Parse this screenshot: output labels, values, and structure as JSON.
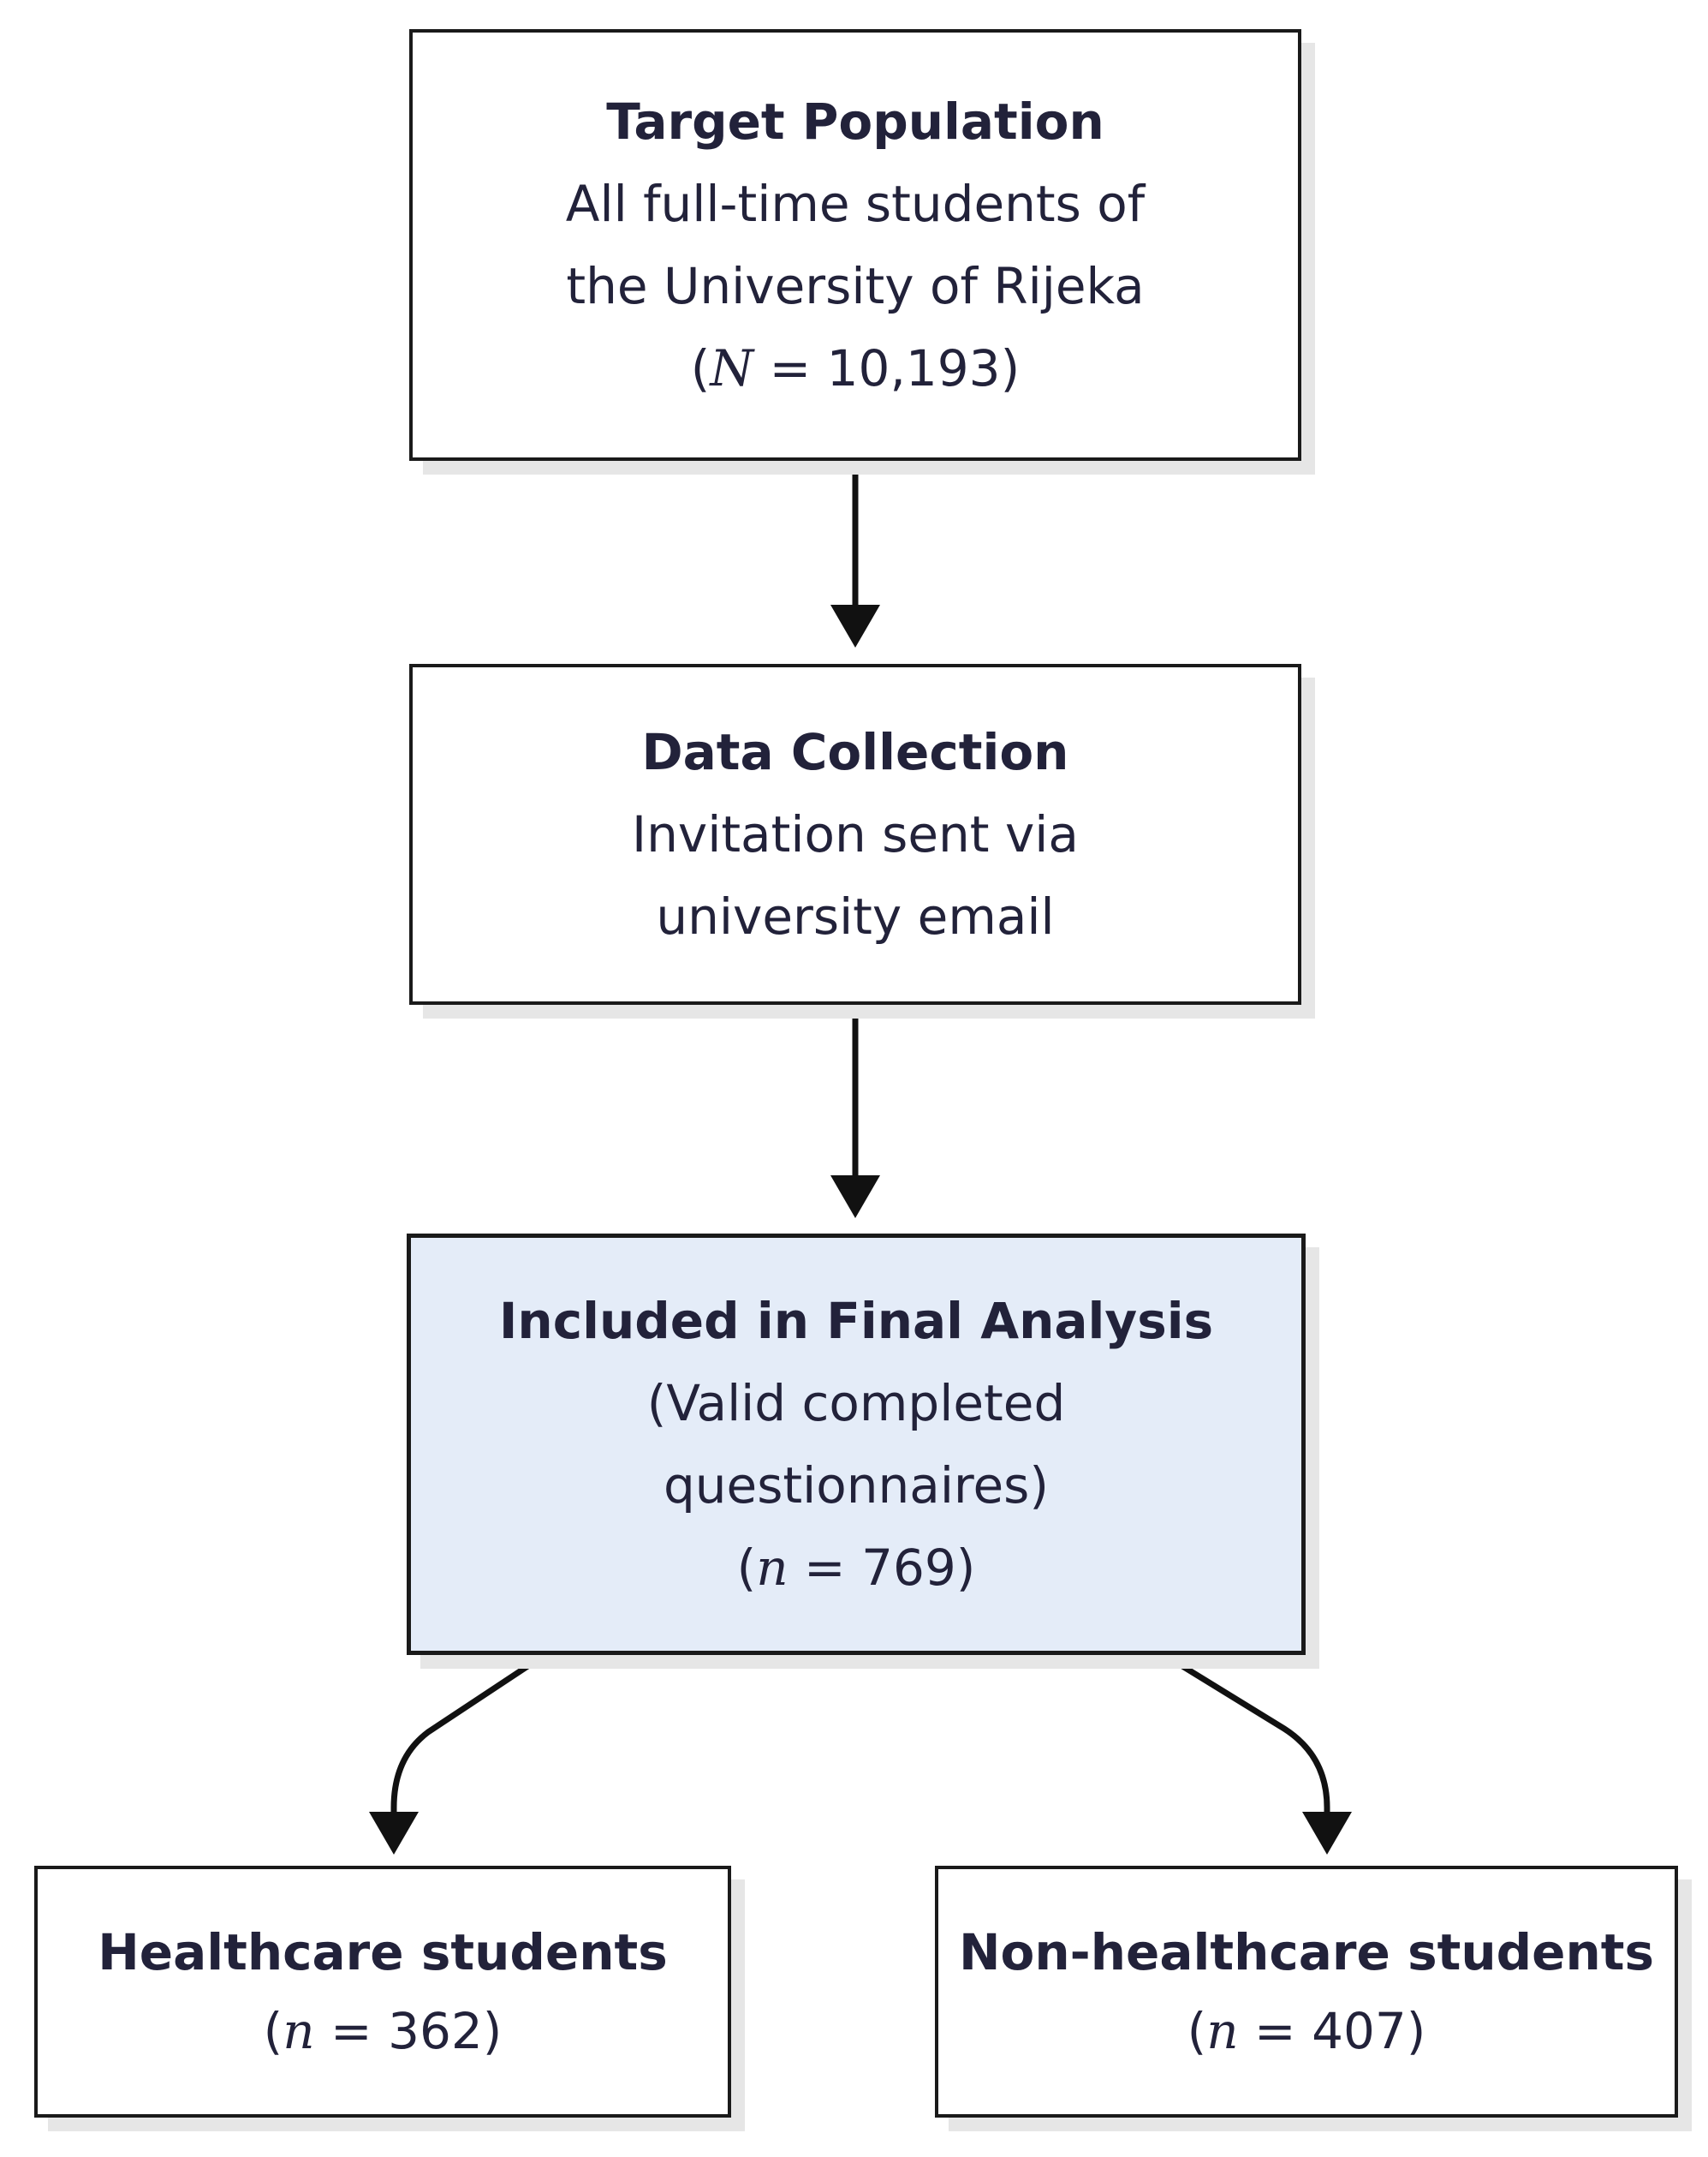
{
  "nodes": {
    "target_population": {
      "title": "Target Population",
      "lines": [
        "All full-time students of",
        "the University of Rijeka"
      ],
      "count_symbol": "N",
      "count_value": "10,193"
    },
    "data_collection": {
      "title": "Data Collection",
      "lines": [
        "Invitation sent via",
        "university email"
      ]
    },
    "final_analysis": {
      "title": "Included in Final Analysis",
      "lines": [
        "(Valid completed",
        "questionnaires)"
      ],
      "count_symbol": "n",
      "count_value": "769",
      "fill_color": "#e4ecf8"
    },
    "healthcare": {
      "title": "Healthcare students",
      "count_symbol": "n",
      "count_value": "362"
    },
    "non_healthcare": {
      "title": "Non-healthcare students",
      "count_symbol": "n",
      "count_value": "407"
    }
  },
  "edges": [
    {
      "from": "Target Population",
      "to": "Data Collection"
    },
    {
      "from": "Data Collection",
      "to": "Included in Final Analysis"
    },
    {
      "from": "Included in Final Analysis",
      "to": "Healthcare students"
    },
    {
      "from": "Included in Final Analysis",
      "to": "Non-healthcare students"
    }
  ],
  "colors": {
    "border": "#1a1a1a",
    "text": "#22223a",
    "shadow": "#e6e6e6",
    "highlight_fill": "#e4ecf8"
  }
}
